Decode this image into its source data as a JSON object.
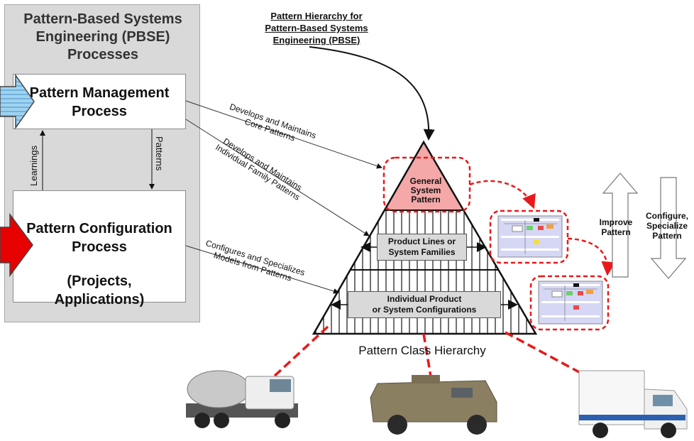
{
  "panel": {
    "title": "Pattern-Based Systems\nEngineering (PBSE)\nProcesses",
    "management_process": "Pattern Management\nProcess",
    "configuration_process": "Pattern Configuration\nProcess",
    "configuration_sub": "(Projects,\nApplications)",
    "learnings_label": "Learnings",
    "patterns_label": "Patterns"
  },
  "diagram": {
    "title": "Pattern Hierarchy for\nPattern-Based Systems\nEngineering (PBSE)",
    "caption": "Pattern Class Hierarchy",
    "levels": {
      "general": "General\nSystem\nPattern",
      "product_lines": "Product Lines or\nSystem Families",
      "individual": "Individual Product\nor System Configurations"
    },
    "edges": {
      "core": "Develops and Maintains\nCore Patterns",
      "family": "Develops and Maintains\nIndividual Family Patterns",
      "configures": "Configures and Specializes\nModels from Patterns"
    },
    "side_arrows": {
      "improve": "Improve\nPattern",
      "configure": "Configure,\nSpecialize\nPattern"
    }
  },
  "vehicles": [
    "cement-mixer-truck",
    "armored-vehicle",
    "ambulance"
  ],
  "colors": {
    "panel_bg": "#d9d9d9",
    "red_arrow": "#e60000",
    "blue_arrow": "#9fd3f0",
    "apex_fill": "#f4a8a8",
    "dashed_red": "#e8191a"
  }
}
